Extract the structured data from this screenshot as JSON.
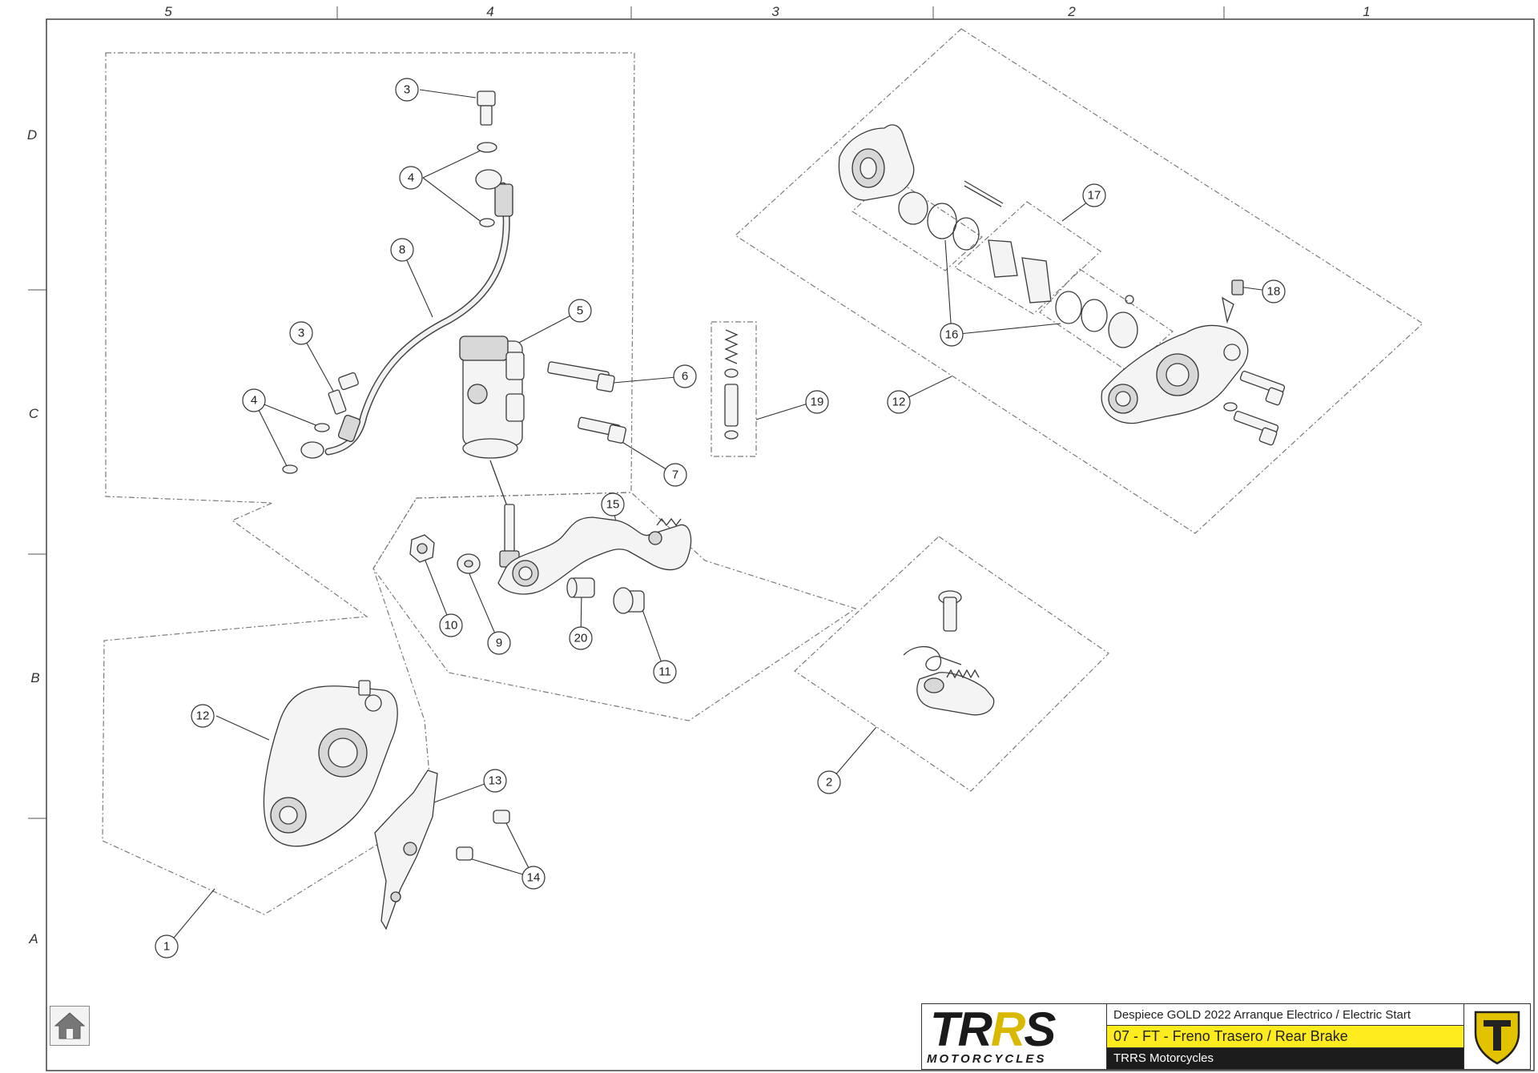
{
  "sheet": {
    "column_labels": [
      "5",
      "4",
      "3",
      "2",
      "1"
    ],
    "row_labels": [
      "D",
      "C",
      "B",
      "A"
    ]
  },
  "callouts": [
    "3",
    "4",
    "8",
    "3",
    "4",
    "5",
    "6",
    "7",
    "19",
    "15",
    "10",
    "9",
    "20",
    "11",
    "12",
    "13",
    "14",
    "1",
    "17",
    "18",
    "16",
    "12",
    "2"
  ],
  "title_block": {
    "brand": "TRRS",
    "brand_sub": "MOTORCYCLES",
    "line1": "Despiece GOLD 2022 Arranque Electrico / Electric Start",
    "line2": "07 - FT - Freno Trasero / Rear Brake",
    "line3": "TRRS Motorcycles"
  },
  "colors": {
    "accent_yellow": "#ffec1f",
    "brand_gold": "#d9b800",
    "frame": "#333333"
  },
  "icons": {
    "home": "home-icon",
    "emblem": "trrs-shield-emblem"
  }
}
